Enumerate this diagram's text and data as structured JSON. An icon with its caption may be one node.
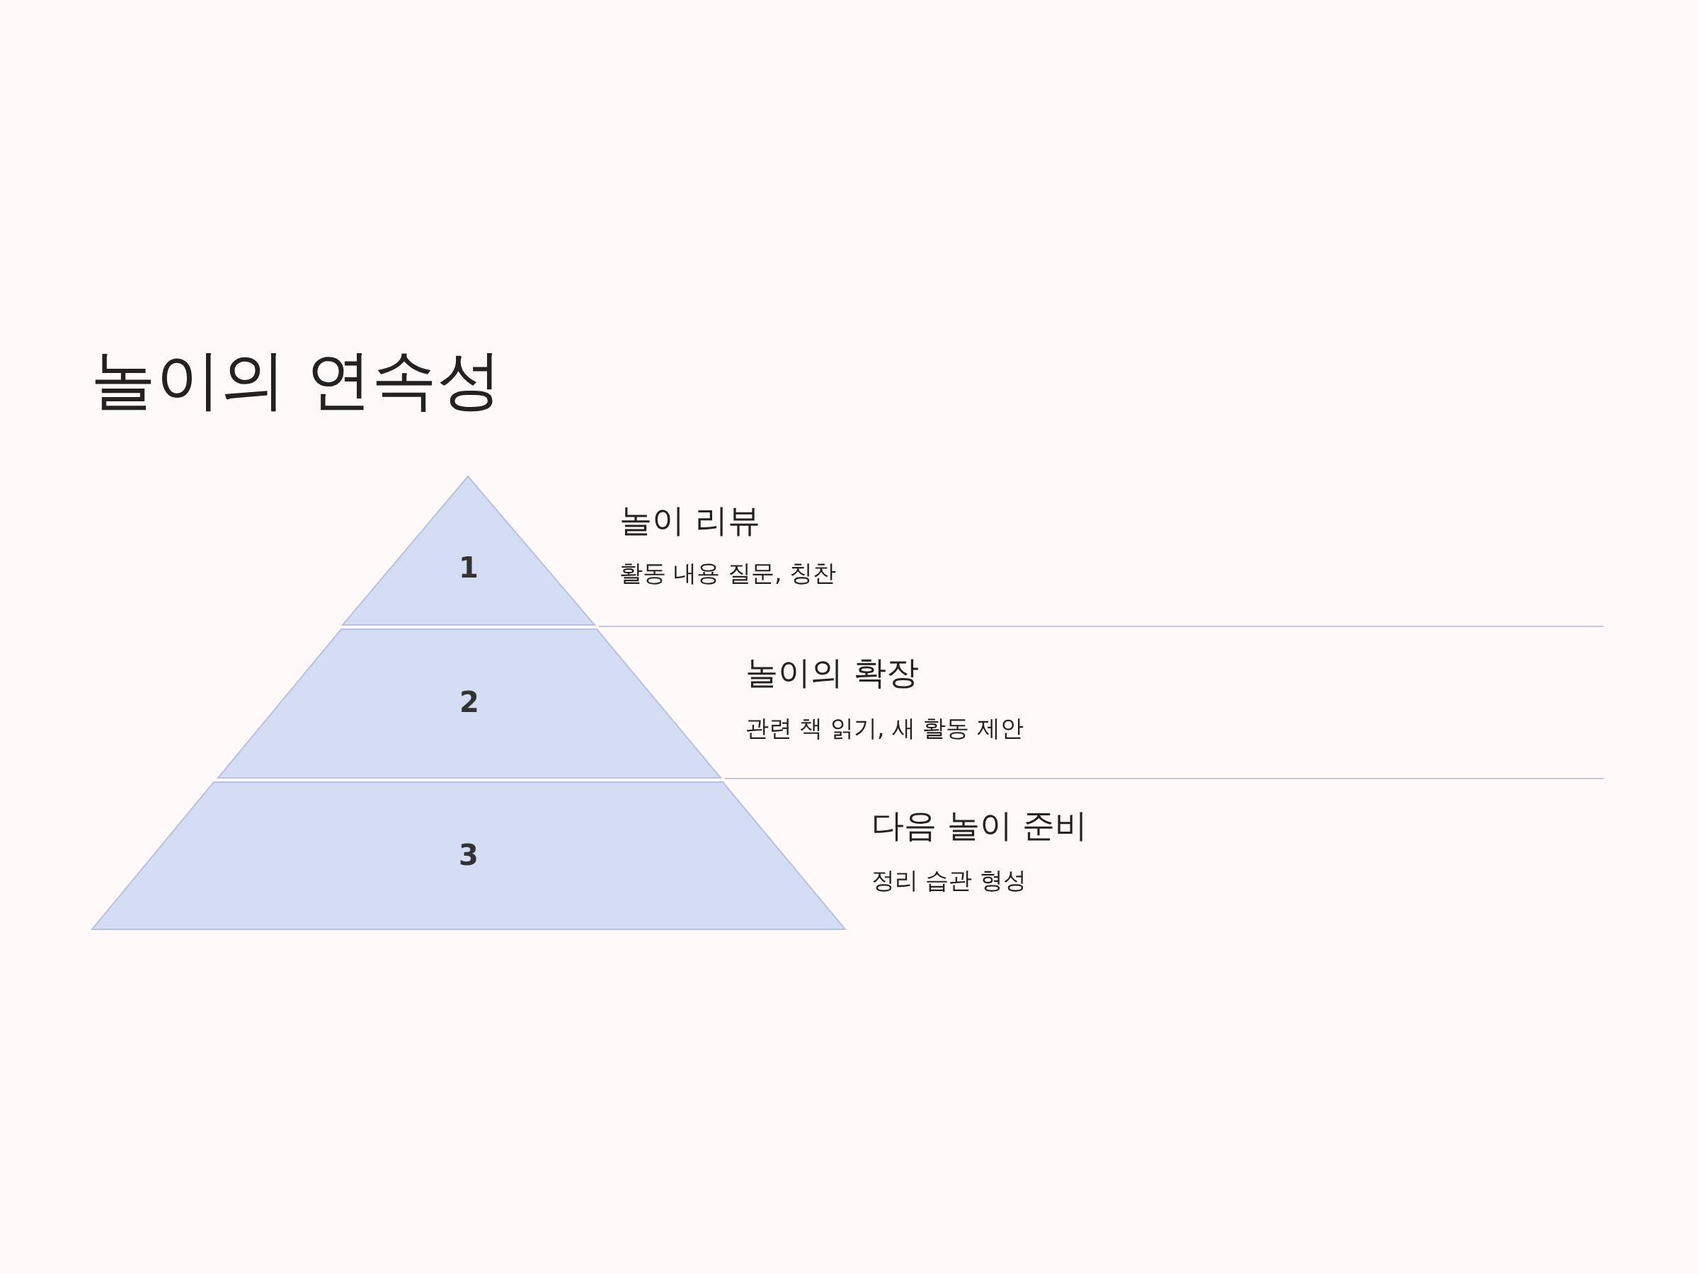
{
  "diagram": {
    "title": "놀이의 연속성",
    "nodes": [
      {
        "text": [
          "1"
        ],
        "beside": [
          "놀이 리뷰",
          "활동 내용 질문, 칭찬"
        ]
      },
      {
        "text": [
          "2"
        ],
        "beside": [
          "놀이의 확장",
          "관련 책 읽기, 새 활동 제안"
        ]
      },
      {
        "text": [
          "3"
        ],
        "beside": [
          "다음 놀이 준비",
          "정리 습관 형성"
        ]
      }
    ],
    "edges": []
  }
}
